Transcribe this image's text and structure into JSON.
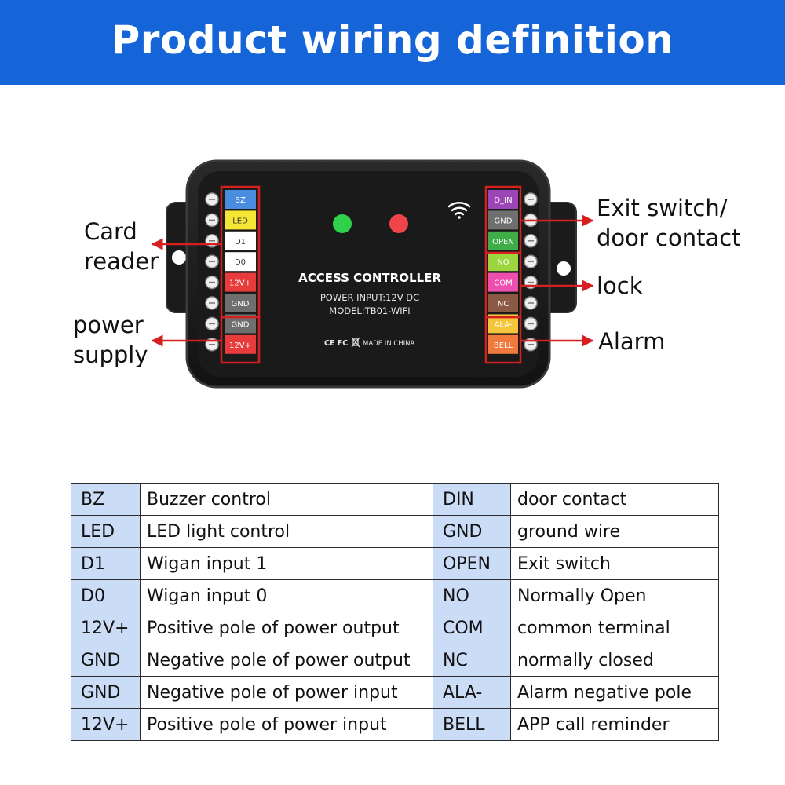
{
  "header": {
    "title": "Product wiring definition"
  },
  "device": {
    "name": "ACCESS CONTROLLER",
    "power_input": "POWER INPUT:12V DC",
    "model": "MODEL:TB01-WIFI",
    "cert": "CE FC",
    "made_in": "MADE IN CHINA",
    "left_terminals": [
      {
        "label": "BZ",
        "color": "#4a8de0",
        "text_color": "#ffffff"
      },
      {
        "label": "LED",
        "color": "#f5e534",
        "text_color": "#333333"
      },
      {
        "label": "D1",
        "color": "#ffffff",
        "text_color": "#333333"
      },
      {
        "label": "D0",
        "color": "#ffffff",
        "text_color": "#333333"
      },
      {
        "label": "12V+",
        "color": "#e83c3c",
        "text_color": "#ffffff"
      },
      {
        "label": "GND",
        "color": "#6f6f6f",
        "text_color": "#ffffff"
      },
      {
        "label": "GND",
        "color": "#6f6f6f",
        "text_color": "#ffffff"
      },
      {
        "label": "12V+",
        "color": "#e83c3c",
        "text_color": "#ffffff"
      }
    ],
    "right_terminals": [
      {
        "label": "D_IN",
        "color": "#9b45b6",
        "text_color": "#ffffff"
      },
      {
        "label": "GND",
        "color": "#6f6f6f",
        "text_color": "#ffffff"
      },
      {
        "label": "OPEN",
        "color": "#3fae49",
        "text_color": "#ffffff"
      },
      {
        "label": "NO",
        "color": "#9bd63f",
        "text_color": "#ffffff"
      },
      {
        "label": "COM",
        "color": "#ee4fae",
        "text_color": "#ffffff"
      },
      {
        "label": "NC",
        "color": "#8a5a44",
        "text_color": "#ffffff"
      },
      {
        "label": "ALA-",
        "color": "#f5c53a",
        "text_color": "#ffffff"
      },
      {
        "label": "BELL",
        "color": "#f07a3c",
        "text_color": "#ffffff"
      }
    ],
    "led_colors": {
      "green": "#2fd14a",
      "red": "#f0444a"
    }
  },
  "callouts": {
    "card_reader": [
      "Card",
      "reader"
    ],
    "power_supply": [
      "power",
      "supply"
    ],
    "exit_switch": [
      "Exit switch/",
      "door contact"
    ],
    "lock": "lock",
    "alarm": "Alarm"
  },
  "colors": {
    "banner": "#1565d8",
    "arrow": "#d62020",
    "code_cell": "#cbdcf7"
  },
  "table": {
    "rows": [
      {
        "c1": "BZ",
        "d1": "Buzzer control",
        "c2": "DIN",
        "d2": "door contact"
      },
      {
        "c1": "LED",
        "d1": "LED light control",
        "c2": "GND",
        "d2": "ground wire"
      },
      {
        "c1": "D1",
        "d1": "Wigan input 1",
        "c2": "OPEN",
        "d2": "Exit switch"
      },
      {
        "c1": "D0",
        "d1": "Wigan input 0",
        "c2": "NO",
        "d2": "Normally Open"
      },
      {
        "c1": "12V+",
        "d1": "Positive pole of power output",
        "c2": "COM",
        "d2": "common terminal"
      },
      {
        "c1": "GND",
        "d1": "Negative pole of power output",
        "c2": "NC",
        "d2": "normally closed"
      },
      {
        "c1": "GND",
        "d1": "Negative pole of power input",
        "c2": "ALA-",
        "d2": "Alarm negative pole"
      },
      {
        "c1": "12V+",
        "d1": "Positive pole of power input",
        "c2": "BELL",
        "d2": "APP call reminder"
      }
    ]
  }
}
